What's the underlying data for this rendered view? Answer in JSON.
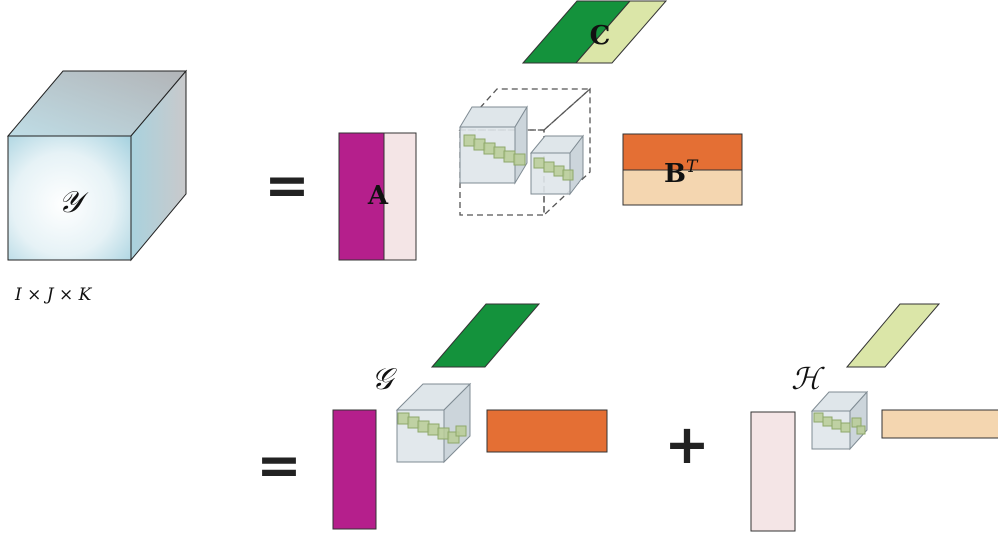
{
  "tensor": {
    "symbol": "𝒴",
    "dims": "I × J × K"
  },
  "operators": {
    "eq1": "=",
    "eq2": "=",
    "plus": "+"
  },
  "factors": {
    "a": "A",
    "b": "B",
    "b_sup": "T",
    "c": "C"
  },
  "terms": {
    "g": "𝒢",
    "h": "ℋ"
  },
  "colors": {
    "magenta": "#b51f8c",
    "pink": "#f4e5e6",
    "dark_green": "#14923c",
    "light_green": "#dbe6a8",
    "orange": "#e46f34",
    "peach": "#f4d6b0"
  }
}
